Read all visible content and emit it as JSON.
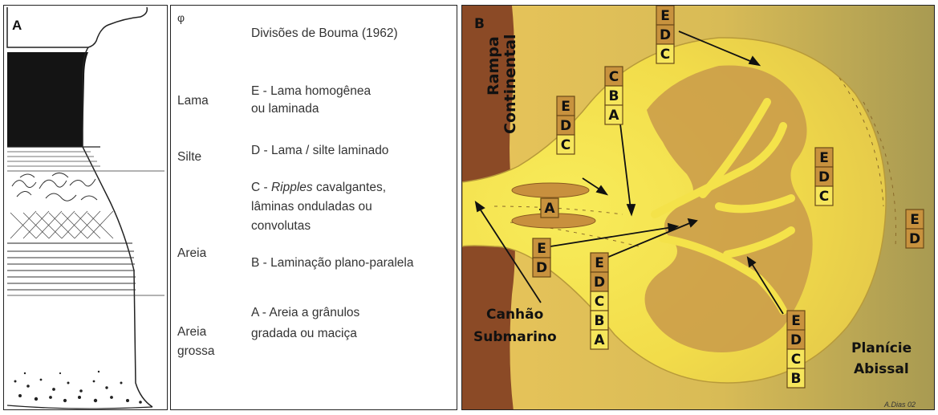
{
  "panel_a": {
    "label": "A"
  },
  "table": {
    "phi": "φ",
    "header": "Divisões de Bouma (1962)",
    "rows": [
      {
        "grain": "Lama",
        "division_line1": "E - Lama homogênea",
        "division_line2": "ou laminada"
      },
      {
        "grain": "Silte",
        "division_line1": "D - Lama / silte laminado"
      },
      {
        "division_italic": "Ripples",
        "division_line1_rest": " cavalgantes,",
        "division_prefix": "C - ",
        "division_line2": "lâminas onduladas ou",
        "division_line3": "convolutas"
      },
      {
        "grain": "Areia",
        "division_line1": "B - Laminação plano-paralela"
      },
      {
        "grain_line1": "Areia",
        "grain_line2": "grossa",
        "division_line1": "A - Areia a grânulos",
        "division_line2": "gradada ou maciça"
      }
    ]
  },
  "panel_b": {
    "label": "B",
    "ramp_line1": "Rampa",
    "ramp_line2": "Continental",
    "canyon_line1": "Canhão",
    "canyon_line2": "Submarino",
    "plain_line1": "Planície",
    "plain_line2": "Abissal",
    "credit": "A.Dias 02",
    "stacks": [
      {
        "letters": [
          "E",
          "D",
          "C"
        ]
      },
      {
        "letters": [
          "C",
          "B",
          "A"
        ]
      },
      {
        "letters": [
          "E",
          "D",
          "C"
        ]
      },
      {
        "letters": [
          "E",
          "D",
          "C"
        ]
      },
      {
        "letters": [
          "E",
          "D"
        ]
      },
      {
        "letters": [
          "A"
        ]
      },
      {
        "letters": [
          "E",
          "D"
        ]
      },
      {
        "letters": [
          "E",
          "D",
          "C",
          "B",
          "A"
        ]
      },
      {
        "letters": [
          "E",
          "D",
          "C",
          "B"
        ]
      }
    ]
  },
  "colors": {
    "mud": "#141414",
    "ramp": "#8b4a26",
    "fan_light": "#f4e24a",
    "fan_dark": "#c99a4a",
    "abyssal": "#b8a655"
  }
}
